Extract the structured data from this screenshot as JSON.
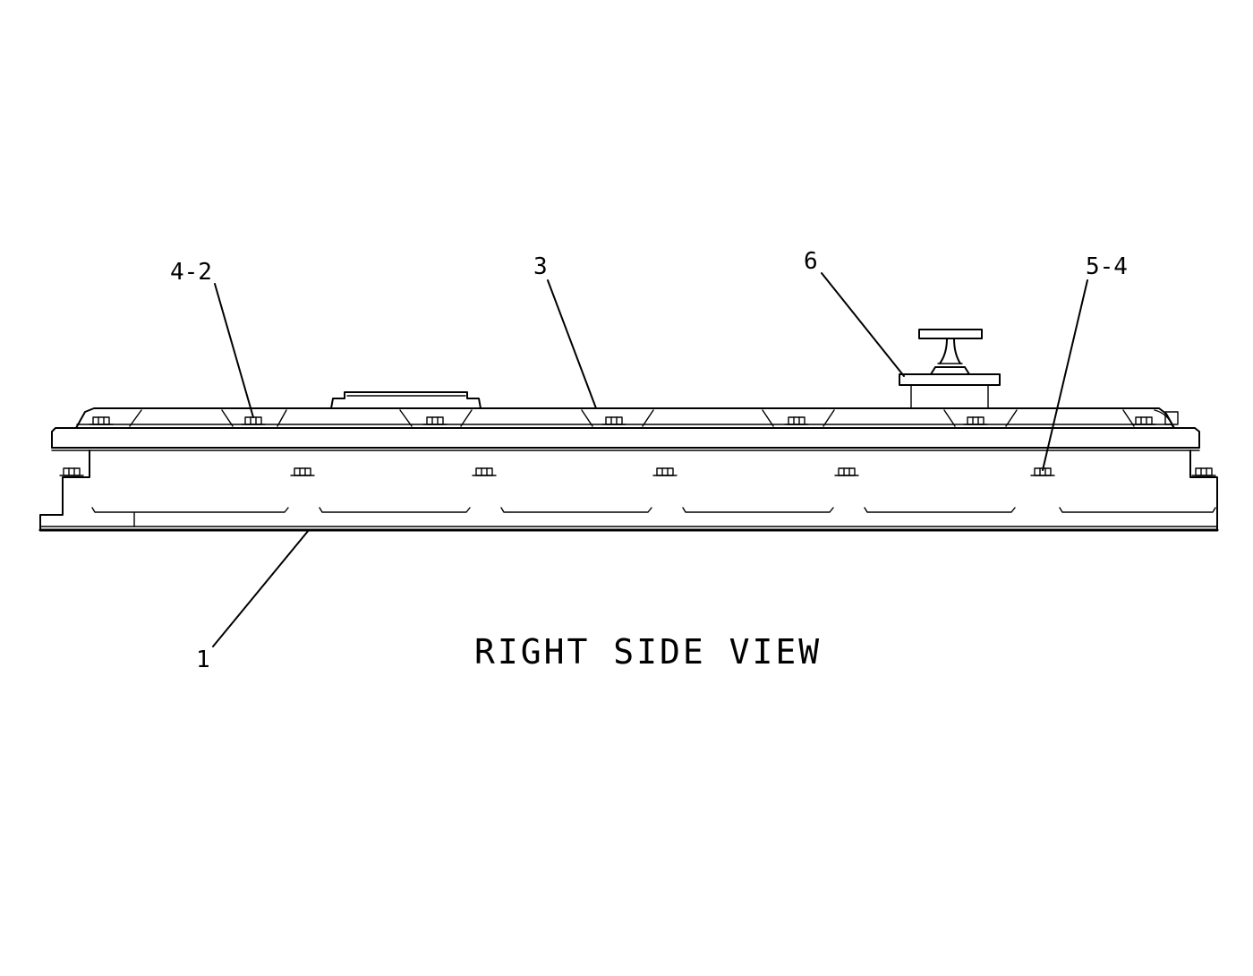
{
  "view_title": "RIGHT SIDE VIEW",
  "callouts": [
    {
      "id": "c1",
      "text": "1"
    },
    {
      "id": "c3",
      "text": "3"
    },
    {
      "id": "c42",
      "text": "4-2"
    },
    {
      "id": "c54",
      "text": "5-4"
    },
    {
      "id": "c6",
      "text": "6"
    }
  ],
  "colors": {
    "line": "#000000",
    "background": "#ffffff"
  }
}
